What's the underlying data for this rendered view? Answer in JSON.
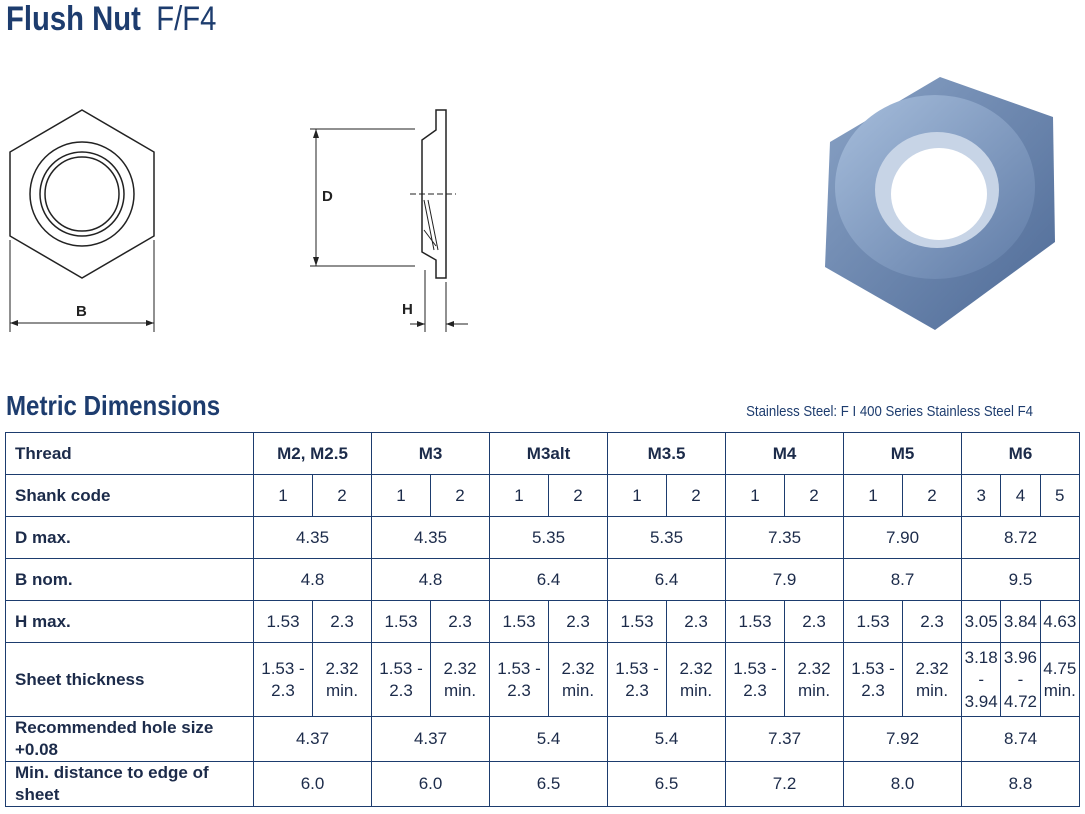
{
  "title": {
    "name": "Flush Nut",
    "code": "F/F4"
  },
  "drawing_labels": {
    "b": "B",
    "d": "D",
    "h": "H"
  },
  "section_title": "Metric Dimensions",
  "material_note": "Stainless Steel: F I 400 Series Stainless Steel F4",
  "table": {
    "header": {
      "label": "Thread",
      "groups": [
        "M2, M2.5",
        "M3",
        "M3alt",
        "M3.5",
        "M4",
        "M5",
        "M6"
      ]
    },
    "shank": {
      "label": "Shank code",
      "values": [
        "1",
        "2",
        "1",
        "2",
        "1",
        "2",
        "1",
        "2",
        "1",
        "2",
        "1",
        "2",
        "3",
        "4",
        "5"
      ]
    },
    "dmax": {
      "label": "D max.",
      "values": [
        "4.35",
        "4.35",
        "5.35",
        "5.35",
        "7.35",
        "7.90",
        "8.72"
      ]
    },
    "bnom": {
      "label": "B nom.",
      "values": [
        "4.8",
        "4.8",
        "6.4",
        "6.4",
        "7.9",
        "8.7",
        "9.5"
      ]
    },
    "hmax": {
      "label": "H max.",
      "values": [
        "1.53",
        "2.3",
        "1.53",
        "2.3",
        "1.53",
        "2.3",
        "1.53",
        "2.3",
        "1.53",
        "2.3",
        "1.53",
        "2.3",
        "3.05",
        "3.84",
        "4.63"
      ]
    },
    "sheet": {
      "label": "Sheet thickness",
      "values": [
        [
          "1.53 -",
          "2.3"
        ],
        [
          "2.32",
          "min."
        ],
        [
          "1.53 -",
          "2.3"
        ],
        [
          "2.32",
          "min."
        ],
        [
          "1.53 -",
          "2.3"
        ],
        [
          "2.32",
          "min."
        ],
        [
          "1.53 -",
          "2.3"
        ],
        [
          "2.32",
          "min."
        ],
        [
          "1.53 -",
          "2.3"
        ],
        [
          "2.32",
          "min."
        ],
        [
          "1.53 -",
          "2.3"
        ],
        [
          "2.32",
          "min."
        ],
        [
          "3.18 -",
          "3.94"
        ],
        [
          "3.96 -",
          "4.72"
        ],
        [
          "4.75",
          "min."
        ]
      ]
    },
    "hole": {
      "label": "Recommended hole size +0.08",
      "values": [
        "4.37",
        "4.37",
        "5.4",
        "5.4",
        "7.37",
        "7.92",
        "8.74"
      ]
    },
    "edge": {
      "label": "Min. distance to edge of sheet",
      "values": [
        "6.0",
        "6.0",
        "6.5",
        "6.5",
        "7.2",
        "8.0",
        "8.8"
      ]
    }
  }
}
